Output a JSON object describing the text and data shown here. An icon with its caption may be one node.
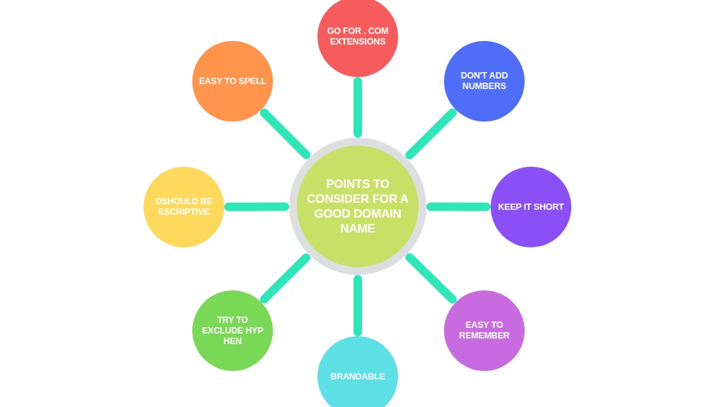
{
  "diagram": {
    "nodes": [
      {
        "text": [
          "POINTS TO CONSIDER FOR A GOOD DOMAIN NAME"
        ]
      },
      {
        "text": [
          "GO FOR . COM EXTENSIONS"
        ]
      },
      {
        "text": [
          "DON'T ADD NUMBERS"
        ]
      },
      {
        "text": [
          "EASY TO SPELL"
        ]
      },
      {
        "text": [
          "DSHOULD BE ESCRIPTIVE"
        ]
      },
      {
        "text": [
          "KEEP IT SHORT"
        ]
      },
      {
        "text": [
          "TRY TO EXCLUDE HYP HEN"
        ]
      },
      {
        "text": [
          "EASY TO REMEMBER"
        ]
      },
      {
        "text": [
          "BRANDABLE"
        ]
      }
    ],
    "edges": [
      {
        "from": 0,
        "to": 1,
        "arrow": "none"
      },
      {
        "from": 0,
        "to": 2,
        "arrow": "none"
      },
      {
        "from": 0,
        "to": 3,
        "arrow": "none"
      },
      {
        "from": 0,
        "to": 4,
        "arrow": "none"
      },
      {
        "from": 0,
        "to": 5,
        "arrow": "none"
      },
      {
        "from": 0,
        "to": 6,
        "arrow": "none"
      },
      {
        "from": 0,
        "to": 7,
        "arrow": "none"
      },
      {
        "from": 0,
        "to": 8,
        "arrow": "none"
      }
    ]
  }
}
